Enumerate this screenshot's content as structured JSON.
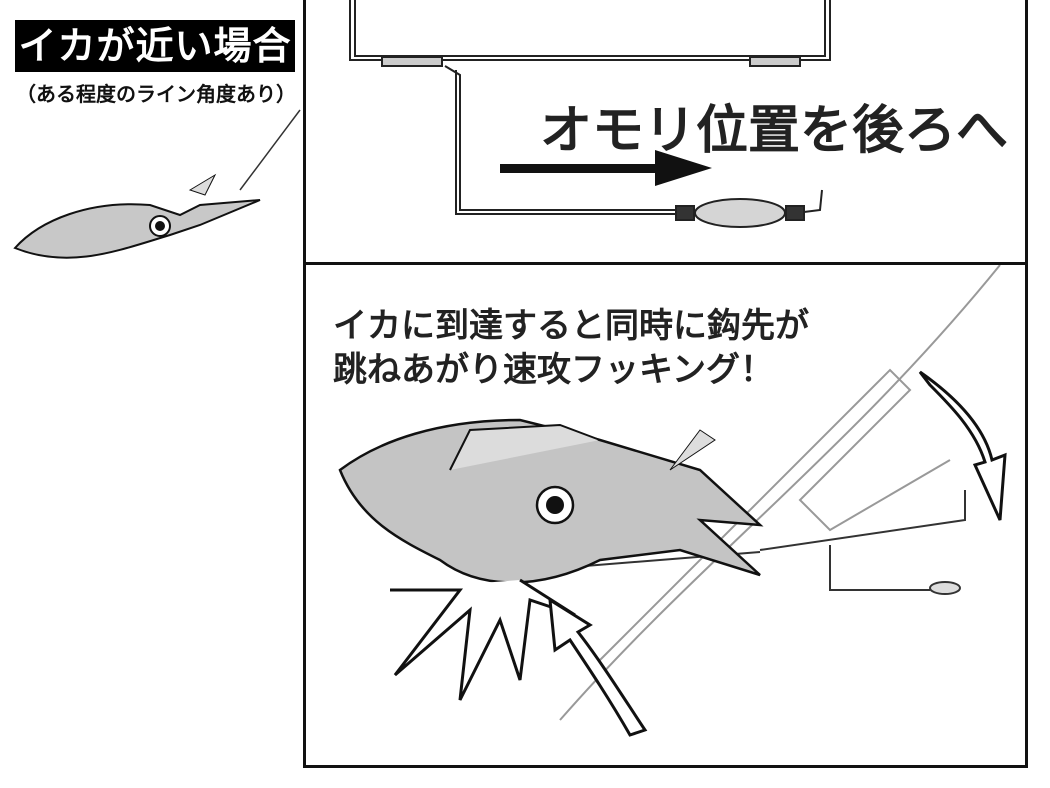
{
  "left": {
    "title": "イカが近い場合",
    "subtitle": "（ある程度のライン角度あり）"
  },
  "top_panel": {
    "caption": "オモリ位置を後ろへ"
  },
  "bottom_panel": {
    "caption_line1": "イカに到達すると同時に鈎先が",
    "caption_line2": "跳ねあがり速攻フッキング！"
  },
  "colors": {
    "ink": "#111111",
    "squid_gray": "#bdbdbd",
    "line_gray": "#a0a0a0"
  }
}
